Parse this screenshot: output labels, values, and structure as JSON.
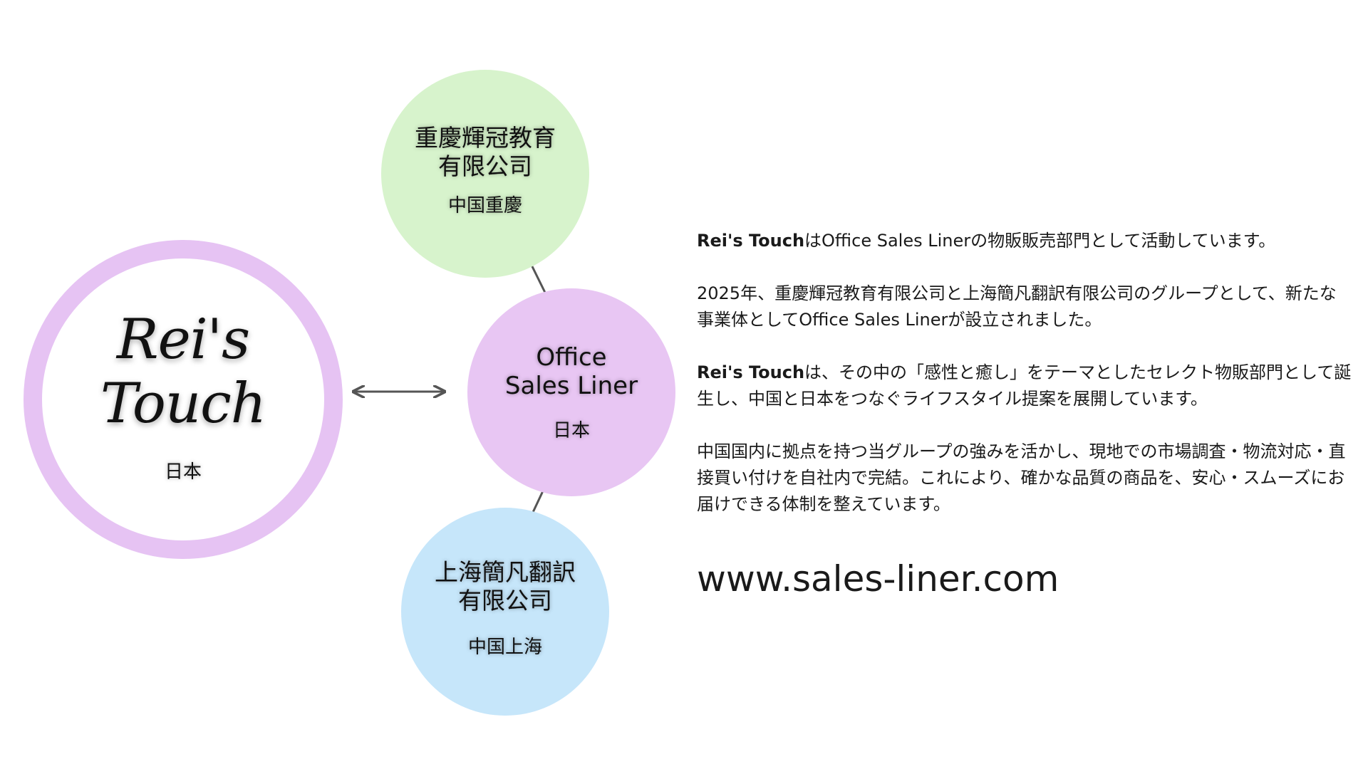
{
  "nodes": {
    "reis_touch": {
      "logo": "Rei's Touch",
      "location": "日本",
      "ring_color": "#e6c3f3"
    },
    "chongqing": {
      "name": "重慶輝冠教育\n有限公司",
      "location": "中国重慶",
      "color": "#d7f3cc"
    },
    "office_sales_liner": {
      "name": "Office\nSales Liner",
      "location": "日本",
      "color": "#e8c6f3"
    },
    "shanghai": {
      "name": "上海簡凡翻訳\n有限公司",
      "location": "中国上海",
      "color": "#c6e6fa"
    }
  },
  "edges": [
    {
      "from": "reis_touch",
      "to": "office_sales_liner",
      "type": "bidirectional"
    },
    {
      "from": "chongqing",
      "to": "office_sales_liner",
      "type": "bidirectional"
    },
    {
      "from": "shanghai",
      "to": "office_sales_liner",
      "type": "bidirectional"
    }
  ],
  "description": {
    "p1_bold": "Rei's Touch",
    "p1_rest": "はOffice Sales Linerの物販販売部門として活動しています。",
    "p2": "2025年、重慶輝冠教育有限公司と上海簡凡翻訳有限公司のグループとして、新たな事業体としてOffice Sales Linerが設立されました。",
    "p3_bold": "Rei's Touch",
    "p3_rest": "は、その中の「感性と癒し」をテーマとしたセレクト物販部門として誕生し、中国と日本をつなぐライフスタイル提案を展開しています。",
    "p4": "中国国内に拠点を持つ当グループの強みを活かし、現地での市場調査・物流対応・直接買い付けを自社内で完結。これにより、確かな品質の商品を、安心・スムーズにお届けできる体制を整えています。"
  },
  "website": "www.sales-liner.com",
  "arrow_color": "#555555"
}
